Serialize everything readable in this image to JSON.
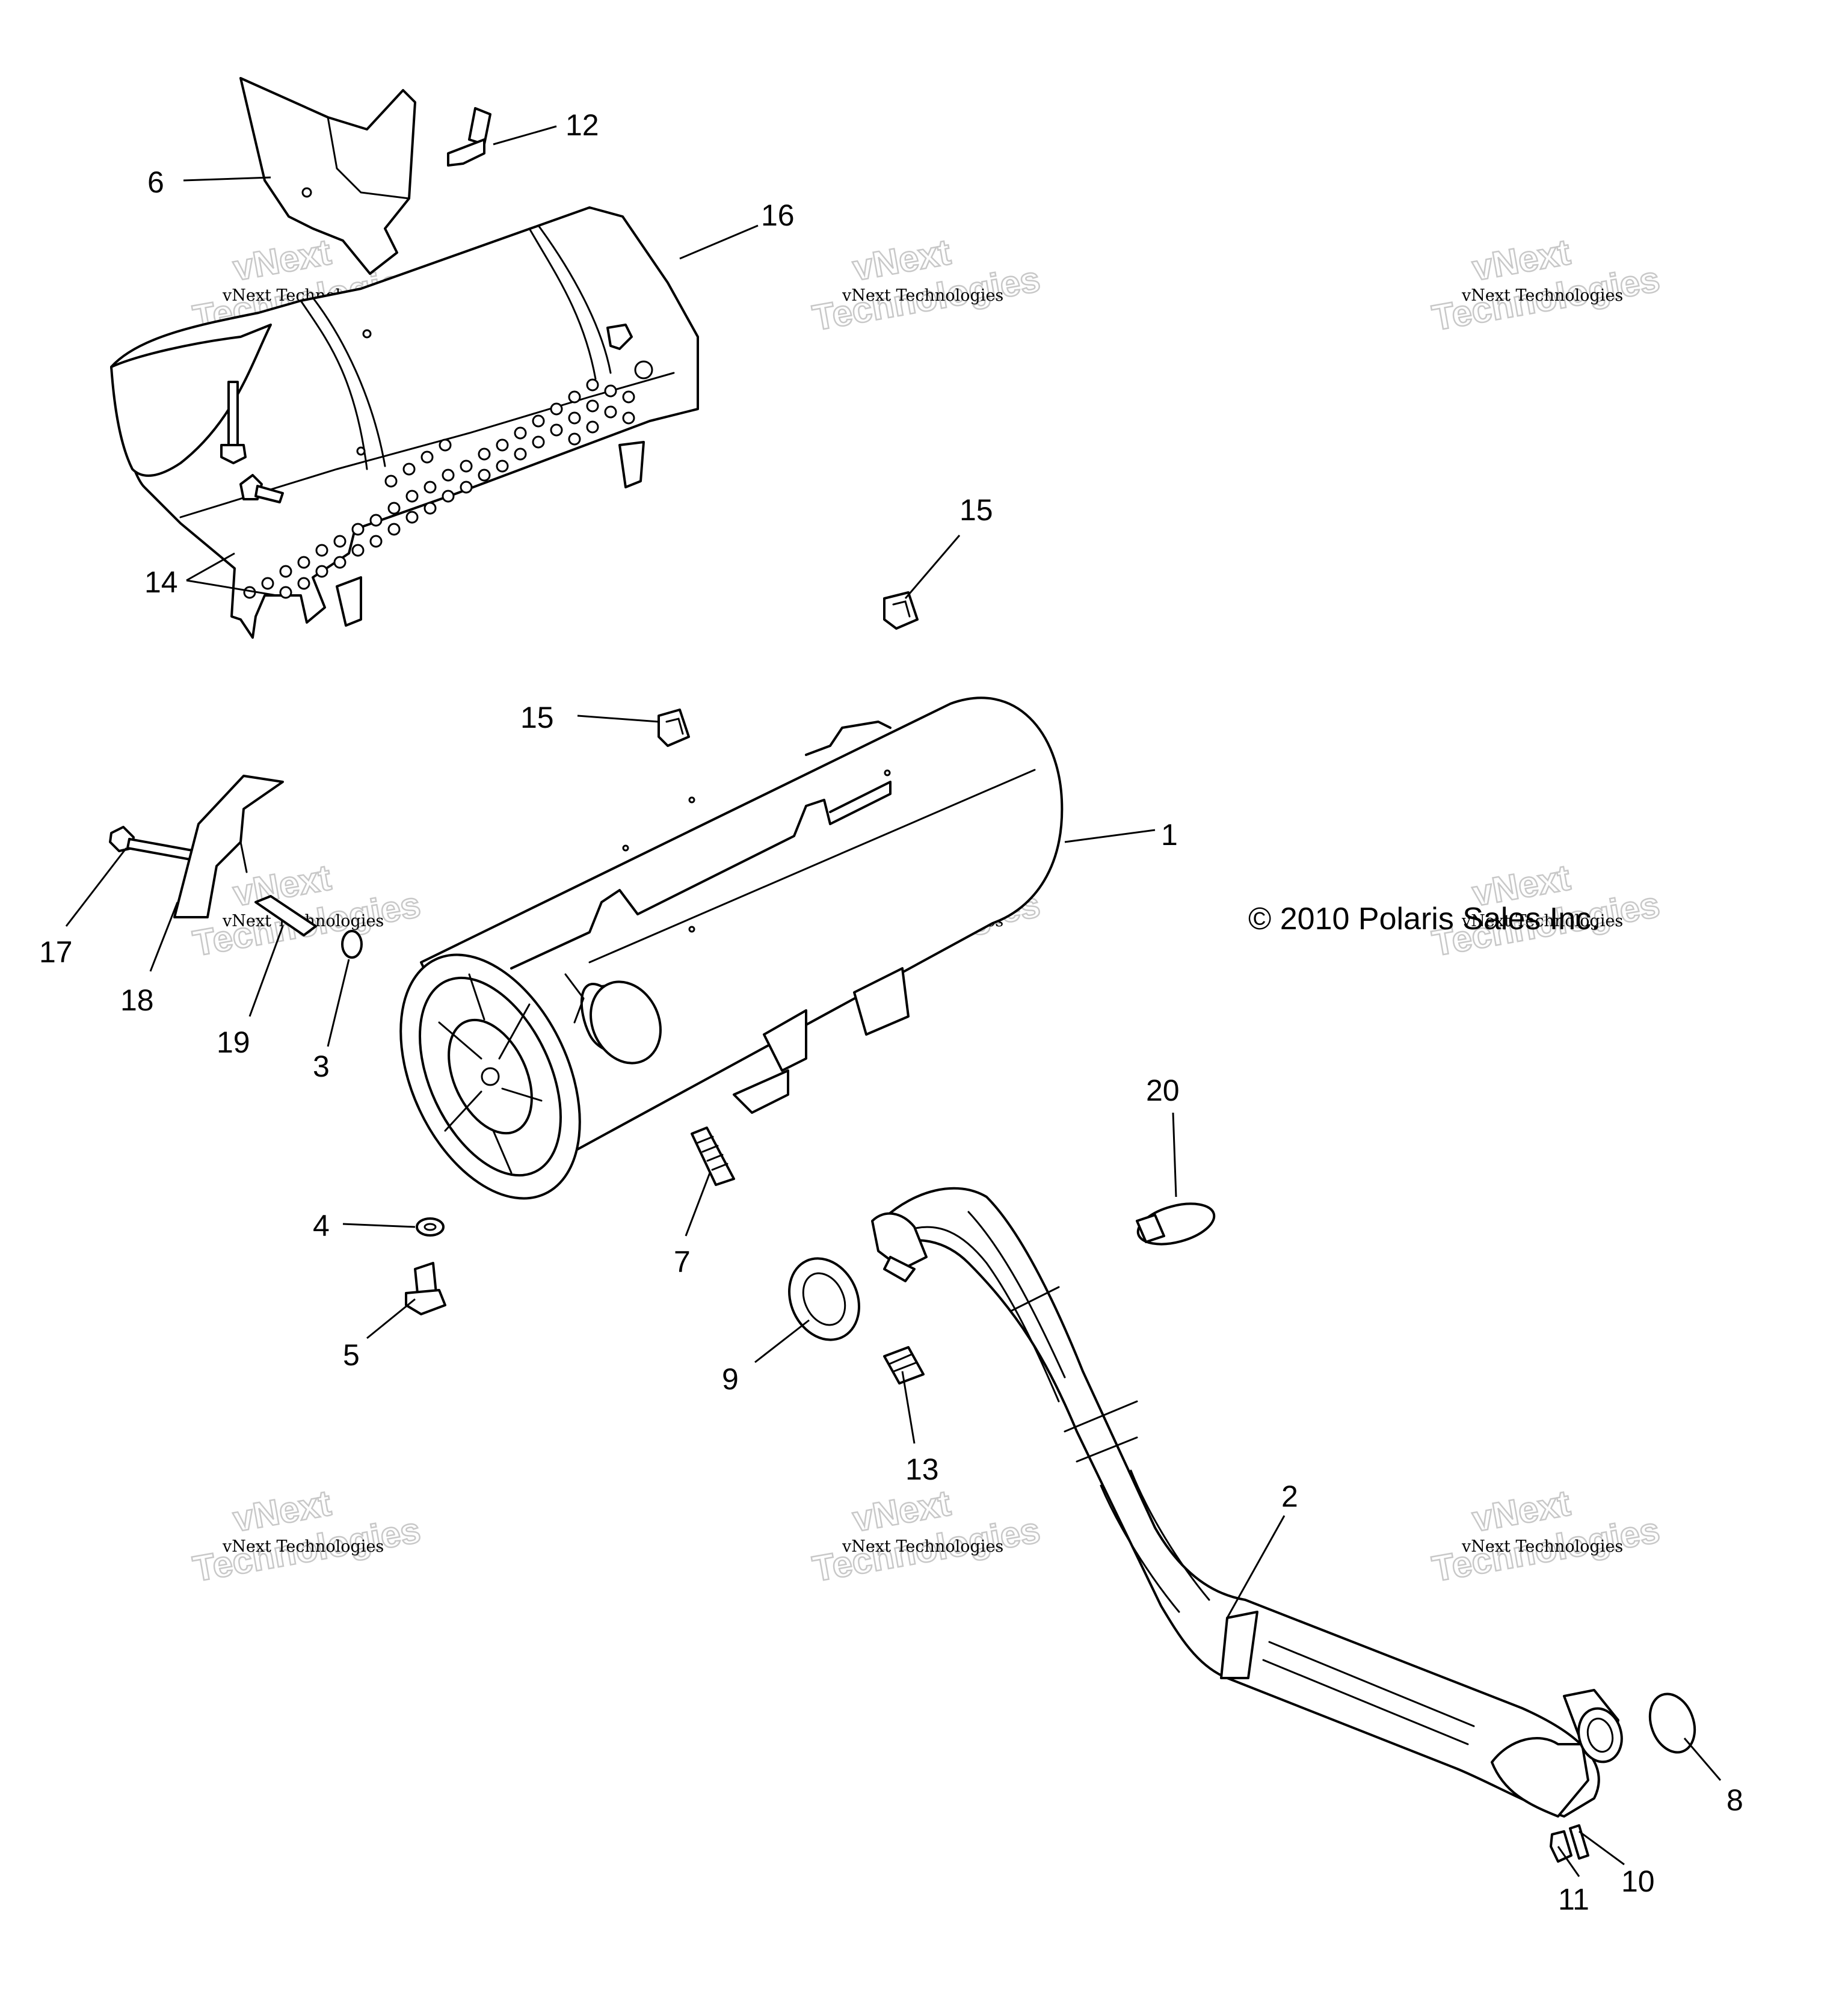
{
  "diagram": {
    "copyright": "© 2010 Polaris Sales Inc.",
    "watermark": {
      "brand": "vNext",
      "line1": "vNext Technologies",
      "line2": "Technologies"
    },
    "callouts": {
      "c1": "1",
      "c2": "2",
      "c3": "3",
      "c4": "4",
      "c5": "5",
      "c6": "6",
      "c7": "7",
      "c8": "8",
      "c9": "9",
      "c10": "10",
      "c11": "11",
      "c12": "12",
      "c13": "13",
      "c14": "14",
      "c15a": "15",
      "c15b": "15",
      "c16": "16",
      "c17": "17",
      "c18": "18",
      "c19": "19",
      "c20": "20"
    }
  }
}
